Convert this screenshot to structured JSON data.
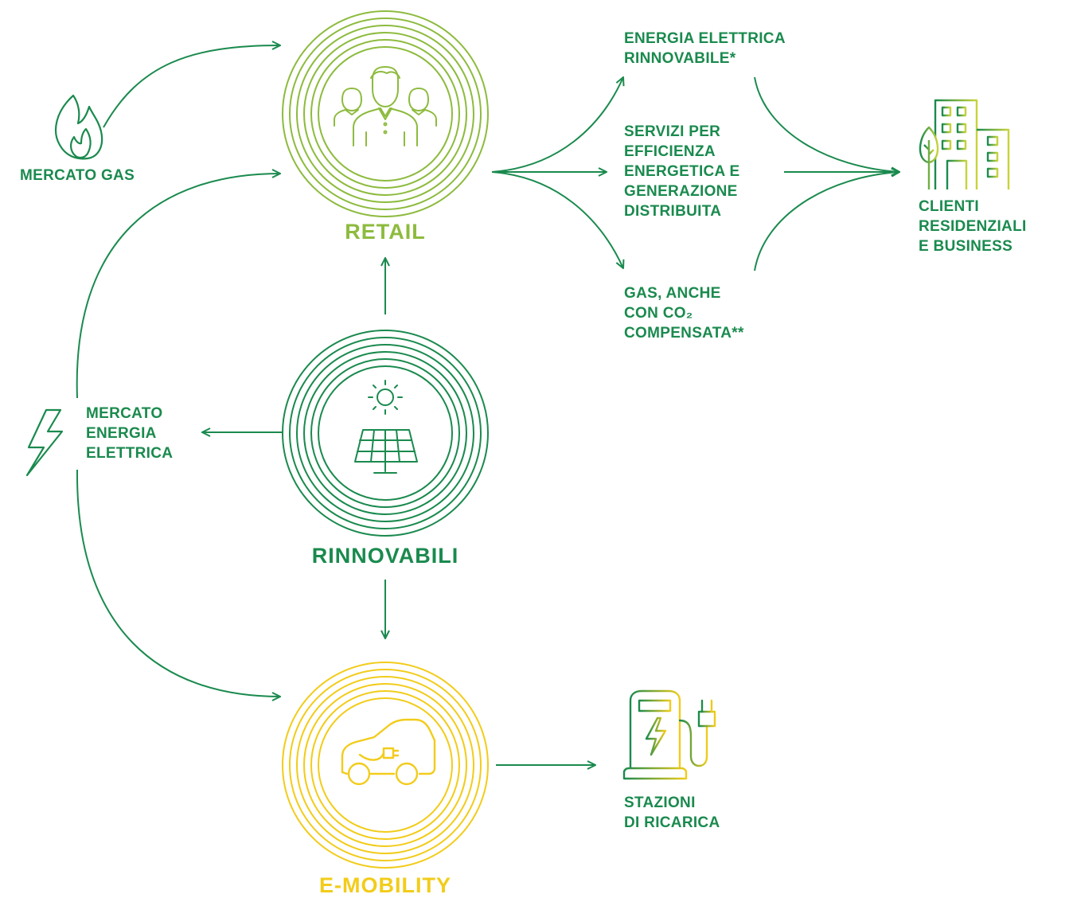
{
  "hubs": {
    "retail": {
      "title": "RETAIL",
      "color": "#8dbb3e"
    },
    "rinnovabili": {
      "title": "RINNOVABILI",
      "color": "#1a8a4e"
    },
    "emobility": {
      "title": "E-MOBILITY",
      "color": "#f2cc1a"
    }
  },
  "markets": {
    "gas": "MERCATO GAS",
    "electric": "MERCATO\nENERGIA\nELETTRICA"
  },
  "offers": {
    "energia": "ENERGIA ELETTRICA\nRINNOVABILE*",
    "servizi": "SERVIZI PER\nEFFICIENZA\nENERGETICA E\nGENERAZIONE\nDISTRIBUITA",
    "gas": "GAS, ANCHE\nCON CO₂\nCOMPENSATA**"
  },
  "clients": "CLIENTI\nRESIDENZIALI\nE BUSINESS",
  "stations": "STAZIONI\nDI RICARICA",
  "colors": {
    "flow": "#1a8a4e",
    "retail": "#8dbb3e",
    "rinnovabili": "#1a8a4e",
    "emobility": "#f2cc1a",
    "text": "#1a8a4e"
  },
  "icons": {
    "gas_market": "flame-icon",
    "electric_market": "lightning-icon",
    "retail": "people-icon",
    "rinnovabili": "solar-panel-icon",
    "emobility": "electric-car-icon",
    "clients": "building-tree-icon",
    "stations": "charging-station-icon"
  }
}
